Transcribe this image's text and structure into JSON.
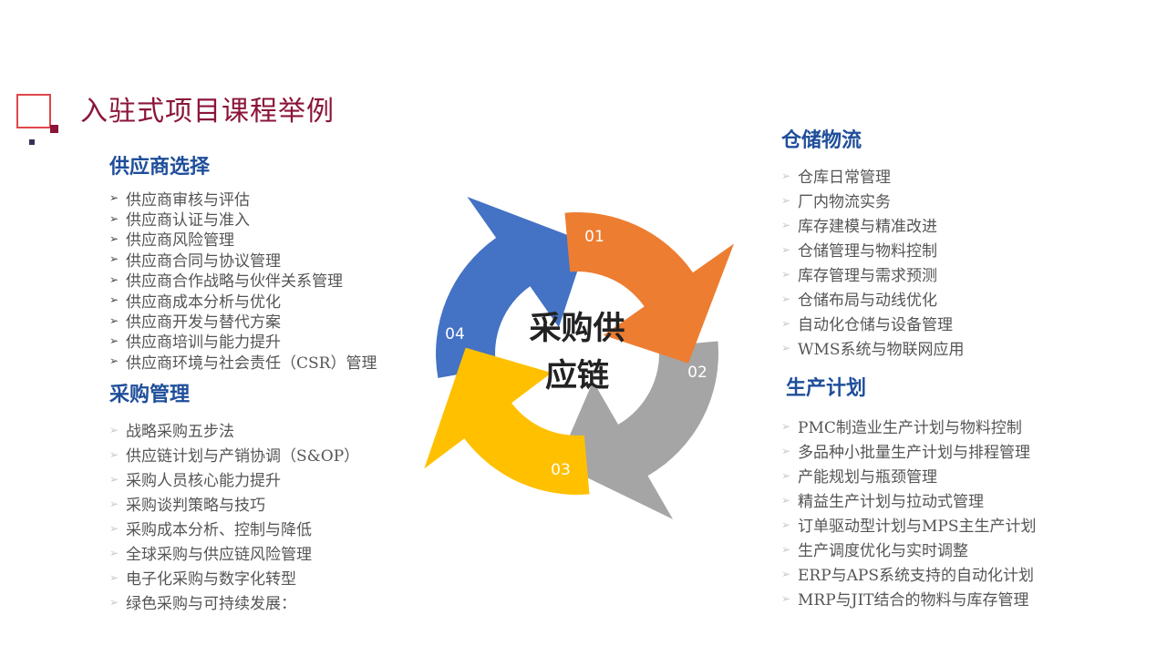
{
  "title": "入驻式项目课程举例",
  "center_label_lines": [
    "采购供",
    "应链"
  ],
  "colors": {
    "title": "#8b1538",
    "heading": "#1f4e9a",
    "text": "#555555",
    "blue": "#4472c4",
    "orange": "#ed7d31",
    "gray": "#a5a5a5",
    "yellow": "#ffc000"
  },
  "cycle": [
    {
      "number": "01",
      "color": "#4472c4"
    },
    {
      "number": "02",
      "color": "#ed7d31"
    },
    {
      "number": "03",
      "color": "#a5a5a5"
    },
    {
      "number": "04",
      "color": "#ffc000"
    }
  ],
  "sections": {
    "supplier": {
      "heading": "供应商选择",
      "bullet": "➢",
      "items": [
        "供应商审核与评估",
        "供应商认证与准入",
        "供应商风险管理",
        "供应商合同与协议管理",
        "供应商合作战略与伙伴关系管理",
        "供应商成本分析与优化",
        "供应商开发与替代方案",
        "供应商培训与能力提升",
        "供应商环境与社会责任（CSR）管理"
      ]
    },
    "procurement": {
      "heading": "采购管理",
      "bullet": "➢",
      "items": [
        "战略采购五步法",
        "供应链计划与产销协调（S&OP）",
        "采购人员核心能力提升",
        "采购谈判策略与技巧",
        "采购成本分析、控制与降低",
        "全球采购与供应链风险管理",
        "电子化采购与数字化转型",
        "绿色采购与可持续发展："
      ]
    },
    "warehouse": {
      "heading": "仓储物流",
      "bullet": "➢",
      "items": [
        "仓库日常管理",
        "厂内物流实务",
        "库存建模与精准改进",
        "仓储管理与物料控制",
        "库存管理与需求预测",
        "仓储布局与动线优化",
        "自动化仓储与设备管理",
        "WMS系统与物联网应用"
      ]
    },
    "production": {
      "heading": "生产计划",
      "bullet": "➢",
      "items": [
        "PMC制造业生产计划与物料控制",
        "多品种小批量生产计划与排程管理",
        "产能规划与瓶颈管理",
        "精益生产计划与拉动式管理",
        "订单驱动型计划与MPS主生产计划",
        "生产调度优化与实时调整",
        "ERP与APS系统支持的自动化计划",
        "MRP与JIT结合的物料与库存管理"
      ]
    }
  }
}
